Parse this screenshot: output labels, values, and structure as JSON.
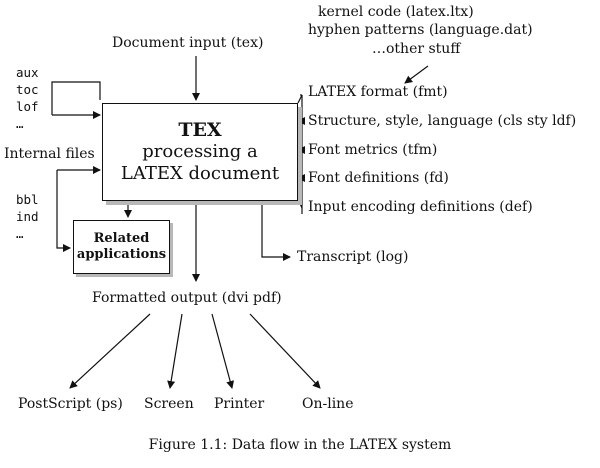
{
  "diagram": {
    "top_right": {
      "line1": "kernel code (latex.ltx)",
      "line2": "hyphen patterns (language.dat)",
      "line3": "…other stuff"
    },
    "document_input": "Document input (tex)",
    "aux_files": [
      "aux",
      "toc",
      "lof",
      "…"
    ],
    "internal_files": "Internal files",
    "bbl_files": [
      "bbl",
      "ind",
      "…"
    ],
    "main_box": {
      "line1": "TEX",
      "line2": "processing a",
      "line3": "LATEX document"
    },
    "related_box": {
      "line1": "Related",
      "line2": "applications"
    },
    "right_inputs": [
      "LATEX format (fmt)",
      "Structure, style, language (cls sty ldf)",
      "Font metrics (tfm)",
      "Font definitions (fd)",
      "Input encoding definitions (def)"
    ],
    "transcript": "Transcript (log)",
    "formatted_output": "Formatted output (dvi pdf)",
    "outputs": [
      "PostScript (ps)",
      "Screen",
      "Printer",
      "On-line"
    ]
  },
  "caption": "Figure 1.1: Data flow in the LATEX system"
}
